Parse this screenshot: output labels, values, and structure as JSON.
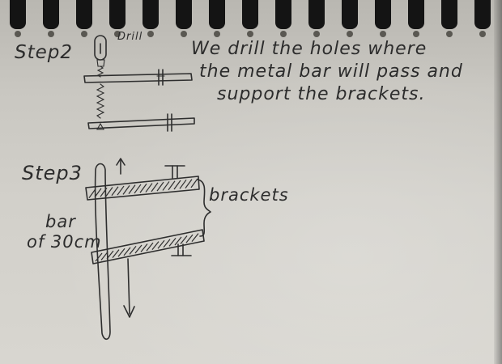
{
  "sketch": {
    "step2_label": "Step2",
    "drill_label": "Drill",
    "note_lines": [
      "We drill the holes where",
      "the metal bar will pass and",
      "support the brackets."
    ],
    "step3_label": "Step3",
    "brackets_label": "brackets",
    "bar_label": "bar",
    "bar_size_label": "of 30cm"
  },
  "icons": {
    "drill": "drill-icon",
    "up_arrow": "arrow-up-icon",
    "down_arrow": "arrow-down-icon",
    "bracket_brace": "curly-brace-icon"
  },
  "colors": {
    "paper": "#d2d0ca",
    "ink": "#2e2e2e",
    "binding": "#141414"
  }
}
